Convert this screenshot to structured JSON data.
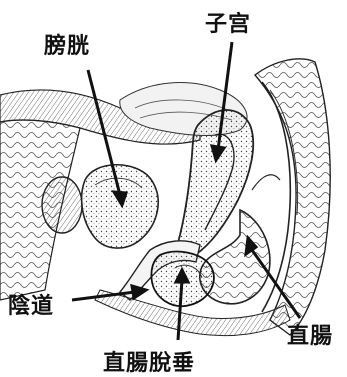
{
  "labels": {
    "bladder": "膀胱",
    "uterus": "子宫",
    "vagina": "陰道",
    "rectum": "直腸",
    "rectocele": "直腸脫垂"
  },
  "colors": {
    "ink": "#111111",
    "background": "#ffffff"
  }
}
